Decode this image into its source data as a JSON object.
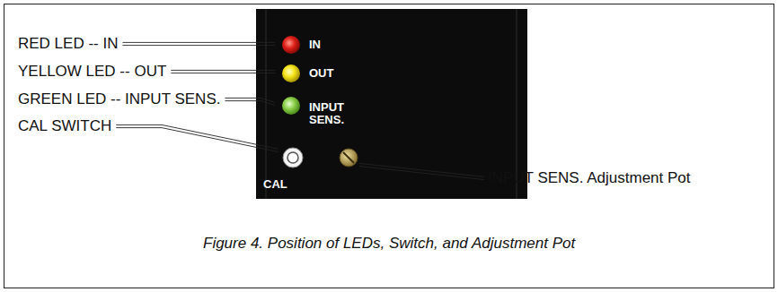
{
  "diagram": {
    "caption": "Figure 4. Position of LEDs, Switch, and Adjustment Pot",
    "labels": [
      "RED LED -- IN",
      "YELLOW LED -- OUT",
      "GREEN LED -- INPUT SENS.",
      "CAL SWITCH",
      "IN",
      "OUT",
      "INPUT SENS.",
      "CAL",
      "INPUT SENS. Adjustment Pot"
    ]
  }
}
